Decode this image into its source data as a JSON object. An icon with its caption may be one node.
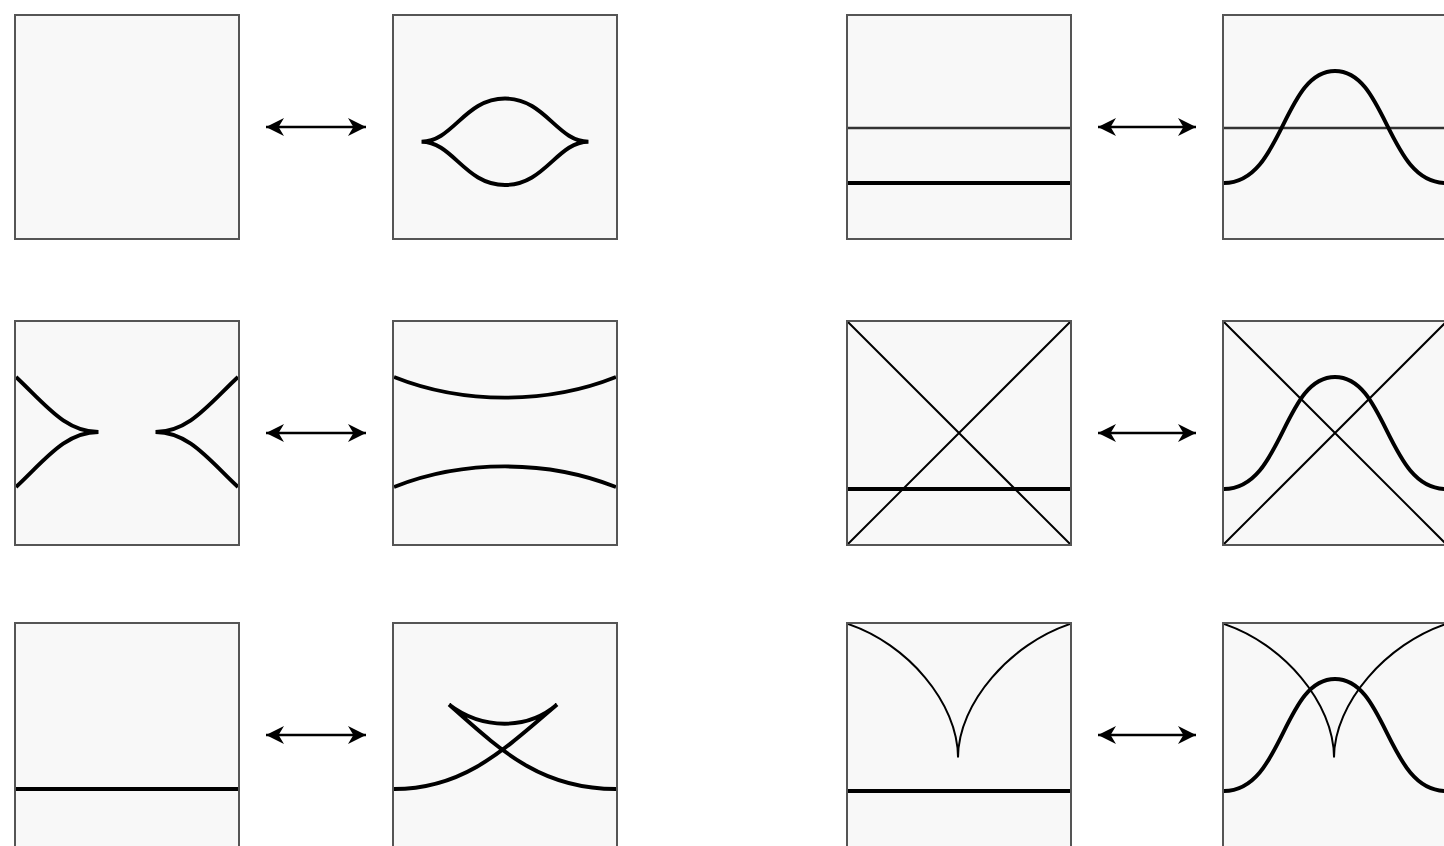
{
  "diagram": {
    "nodes": [
      {
        "text": [],
        "shape": "box"
      },
      {
        "text": [],
        "shape": "picture"
      },
      {
        "text": [],
        "shape": "picture"
      },
      {
        "text": [],
        "shape": "picture"
      },
      {
        "text": [],
        "shape": "picture"
      },
      {
        "text": [],
        "shape": "picture"
      },
      {
        "text": [],
        "shape": "picture"
      },
      {
        "text": [],
        "shape": "picture"
      },
      {
        "text": [],
        "shape": "picture"
      },
      {
        "text": [],
        "shape": "picture"
      },
      {
        "text": [],
        "shape": "picture"
      },
      {
        "text": [],
        "shape": "picture"
      }
    ],
    "edges": [
      {
        "from": 0,
        "to": 1,
        "arrow": "both"
      },
      {
        "from": 2,
        "to": 3,
        "arrow": "both"
      },
      {
        "from": 4,
        "to": 5,
        "arrow": "both"
      },
      {
        "from": 6,
        "to": 7,
        "arrow": "both"
      },
      {
        "from": 8,
        "to": 9,
        "arrow": "both"
      },
      {
        "from": 10,
        "to": 11,
        "arrow": "both"
      }
    ]
  }
}
